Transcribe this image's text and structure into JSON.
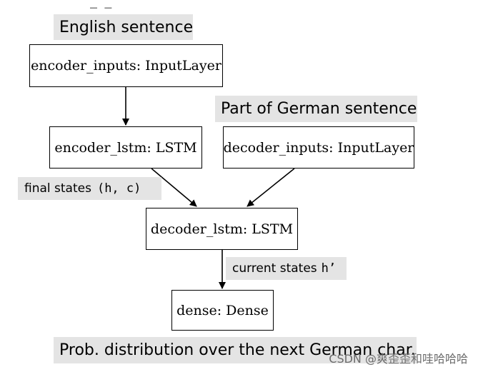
{
  "nodes": {
    "encoder_inputs": "encoder_inputs: InputLayer",
    "encoder_lstm": "encoder_lstm: LSTM",
    "decoder_inputs": "decoder_inputs: InputLayer",
    "decoder_lstm": "decoder_lstm: LSTM",
    "dense": "dense: Dense"
  },
  "labels": {
    "english_sentence": "English sentence",
    "german_part": "Part of German sentence",
    "final_states_text": "final states",
    "final_states_code": "(h, c)",
    "current_states_text": "current states",
    "current_states_code": "h’",
    "output": "Prob. distribution over the next German char."
  },
  "cut_off_top_text": "_ _",
  "watermark": "CSDN @爽歪歪和哇哈哈哈"
}
